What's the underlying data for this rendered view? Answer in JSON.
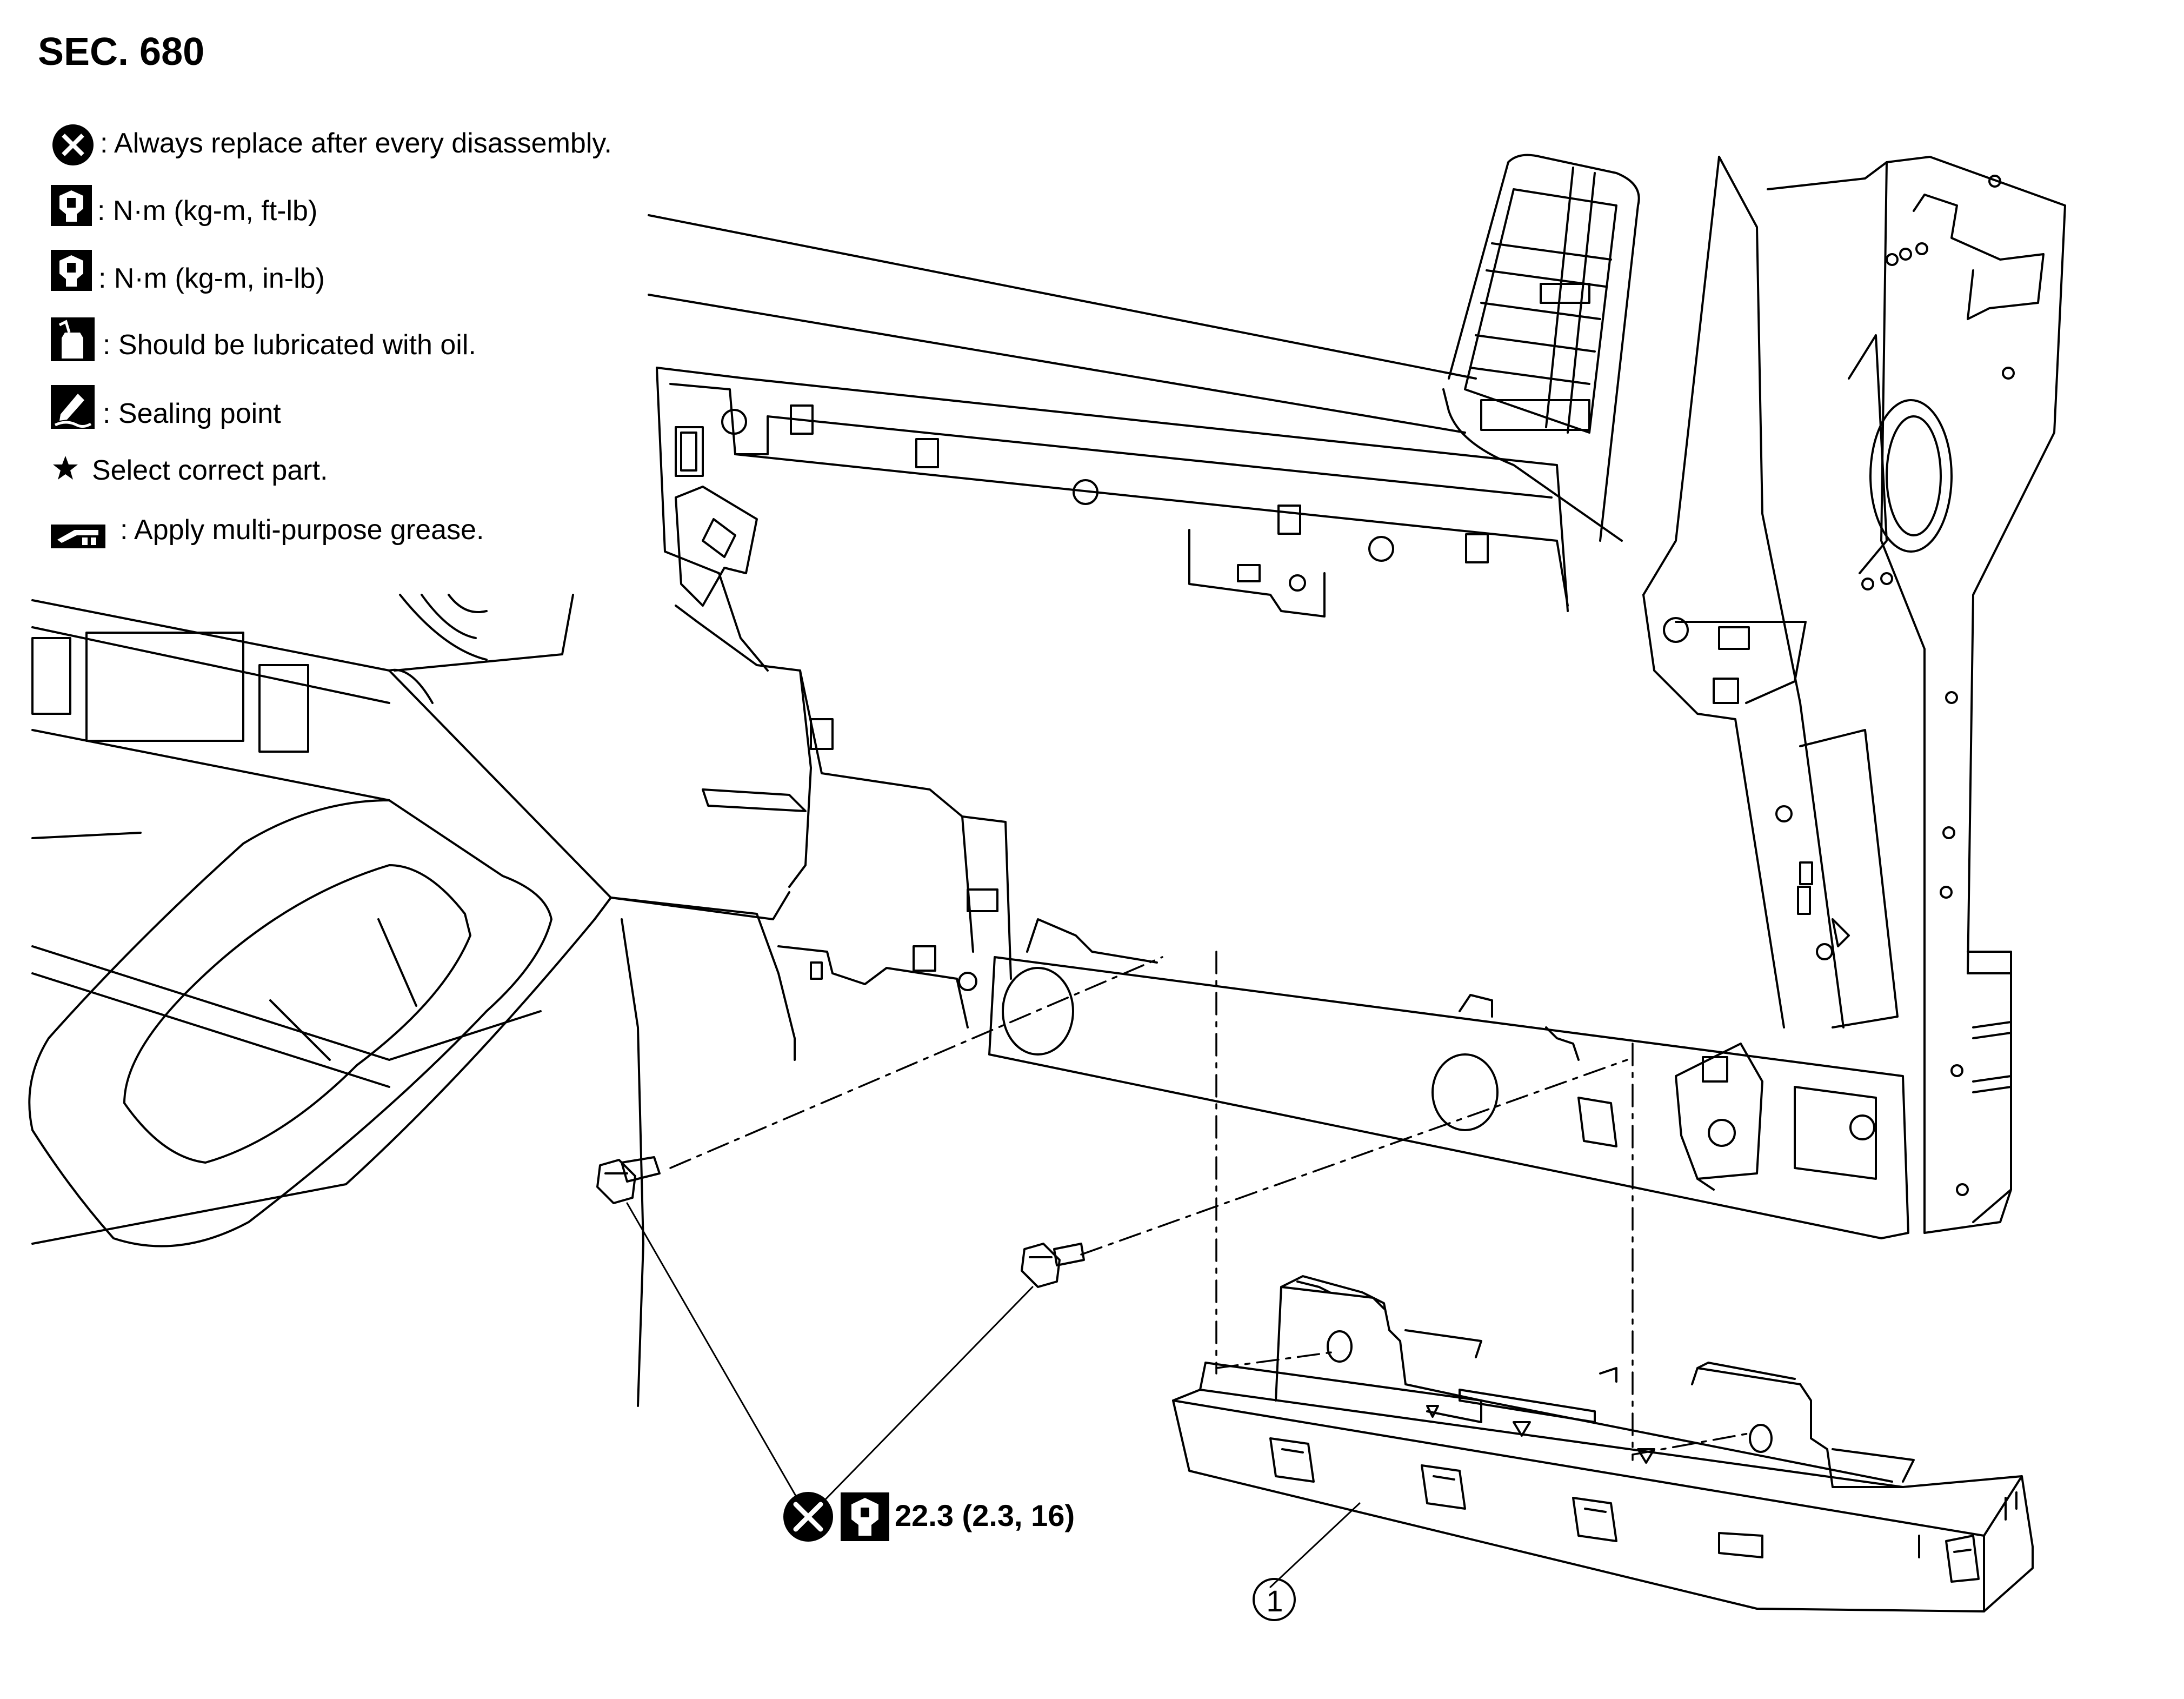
{
  "section": "SEC. 680",
  "legend": [
    {
      "icon": "replace-icon",
      "text": ": Always replace after every disassembly."
    },
    {
      "icon": "torque-ftlb-icon",
      "text": ": N·m (kg-m, ft-lb)"
    },
    {
      "icon": "torque-inlb-icon",
      "text": ": N·m (kg-m, in-lb)"
    },
    {
      "icon": "oil-icon",
      "text": ": Should be lubricated with oil."
    },
    {
      "icon": "sealing-icon",
      "text": ": Sealing point"
    },
    {
      "icon": "star-icon",
      "text": "Select correct part."
    },
    {
      "icon": "grease-icon",
      "text": ": Apply multi-purpose grease."
    }
  ],
  "torque_spec": "22.3 (2.3, 16)",
  "callouts": [
    {
      "number": "1"
    }
  ]
}
